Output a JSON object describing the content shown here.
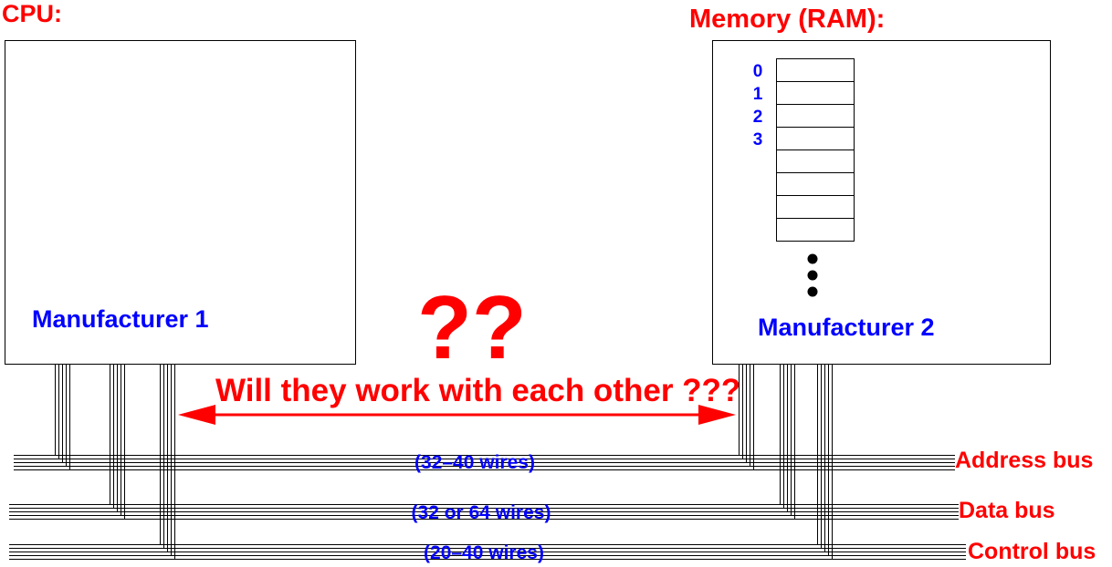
{
  "cpu": {
    "heading": "CPU:",
    "manufacturer": "Manufacturer 1"
  },
  "memory": {
    "heading": "Memory (RAM):",
    "manufacturer": "Manufacturer 2",
    "addresses": [
      "0",
      "1",
      "2",
      "3"
    ],
    "cell_count": 8
  },
  "question": {
    "marks": "??",
    "text": "Will they work with each other ???"
  },
  "buses": [
    {
      "name": "Address bus",
      "wires": "(32–40 wires)"
    },
    {
      "name": "Data bus",
      "wires": "(32 or 64 wires)"
    },
    {
      "name": "Control bus",
      "wires": "(20–40 wires)"
    }
  ],
  "colors": {
    "heading": "#ff0000",
    "label": "#0000ff"
  }
}
